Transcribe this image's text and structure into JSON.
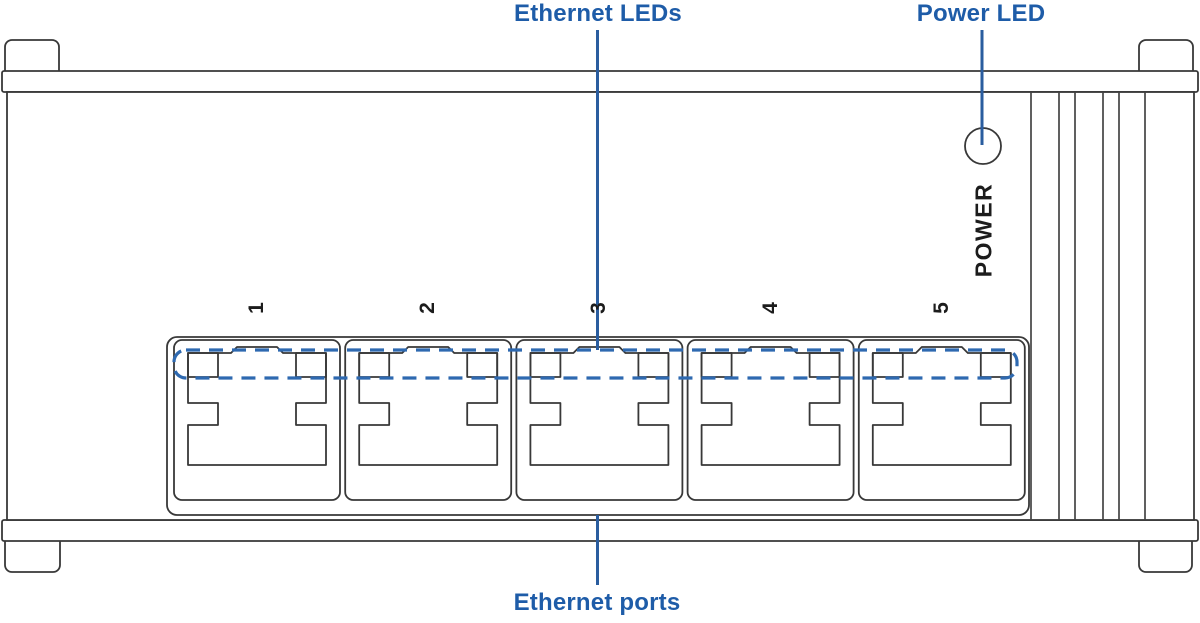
{
  "annotations": {
    "ethernet_leds": "Ethernet LEDs",
    "power_led": "Power LED",
    "ethernet_ports": "Ethernet ports"
  },
  "device": {
    "power_label": "POWER",
    "port_numbers": [
      {
        "label": "1"
      },
      {
        "label": "2"
      },
      {
        "label": "3"
      },
      {
        "label": "4"
      },
      {
        "label": "5"
      }
    ]
  },
  "colors": {
    "annotation_blue": "#1e5ca8",
    "leader_line_blue": "#2a5d9f",
    "dash_blue": "#2e69b0",
    "outline_gray": "#383838"
  }
}
